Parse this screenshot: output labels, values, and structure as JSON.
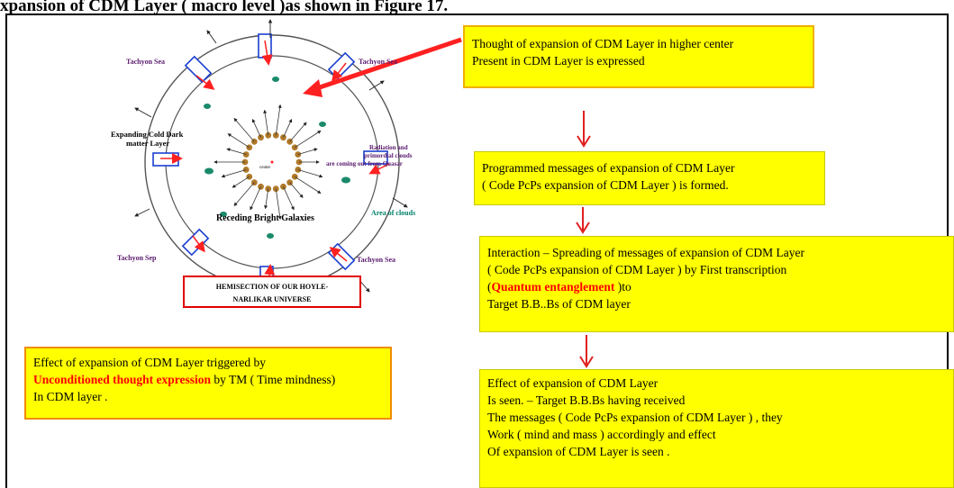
{
  "heading": "xpansion of CDM Layer ( macro level )as shown in Figure 17.",
  "diagram": {
    "labels": {
      "tachyon_top_left": "Tachyon Sea",
      "tachyon_top_right": "Tachyon Sea",
      "tachyon_bottom_left": "Tachyon Sep",
      "tachyon_bottom_right": "Tachyon Sea",
      "expanding_cdm_1": "Expanding Cold Dark",
      "expanding_cdm_2": "matter Layer",
      "radiation_1": "Radiation and",
      "radiation_2": "primordial clouds",
      "radiation_3": "are coming out from Quasar",
      "center": "center",
      "area_of_clouds": "Area of clouds",
      "receding": "Receding Bright Galaxies",
      "caption_1": "HEMISECTION OF OUR  HOYLE-",
      "caption_2": "NARLIKAR UNIVERSE"
    }
  },
  "boxes": {
    "thought": {
      "line1": "Thought of expansion of CDM Layer in higher center",
      "line2": "Present in CDM  Layer  is  expressed"
    },
    "programmed": {
      "line1": "Programmed messages of expansion of CDM Layer",
      "line2": "( Code PcPs expansion of CDM Layer ) is formed."
    },
    "interaction": {
      "line1": "Interaction – Spreading of  messages of expansion of CDM Layer",
      "line2": " ( Code PcPs expansion of CDM Layer ) by First transcription",
      "line3_open": "(",
      "line3_highlight": "Quantum entanglement",
      "line3_close": " )to",
      "line4": "Target B.B..Bs of CDM layer"
    },
    "effect_left": {
      "line1": "Effect of expansion of CDM Layer triggered by",
      "line2_highlight": "Unconditioned thought expression",
      "line2_rest": " by TM ( Time mindness)",
      "line3": "In  CDM layer ."
    },
    "effect_right": {
      "line1": "Effect  of expansion of CDM Layer",
      "line2": "Is seen. – Target B.B.Bs having received",
      "line3": "The messages ( Code PcPs expansion of CDM Layer ) , they",
      "line4": "Work ( mind and mass ) accordingly and  effect",
      "line5": "Of expansion of CDM Layer is seen ."
    }
  },
  "colors": {
    "box_fill": "#ffff00",
    "arrow": "#ff2020",
    "highlight_text": "#ff0000",
    "circle_stroke": "#555555",
    "galaxy": "#b07a2a",
    "cloud": "#1a8a6a",
    "tachyon_tube": "#1a3fd0"
  }
}
